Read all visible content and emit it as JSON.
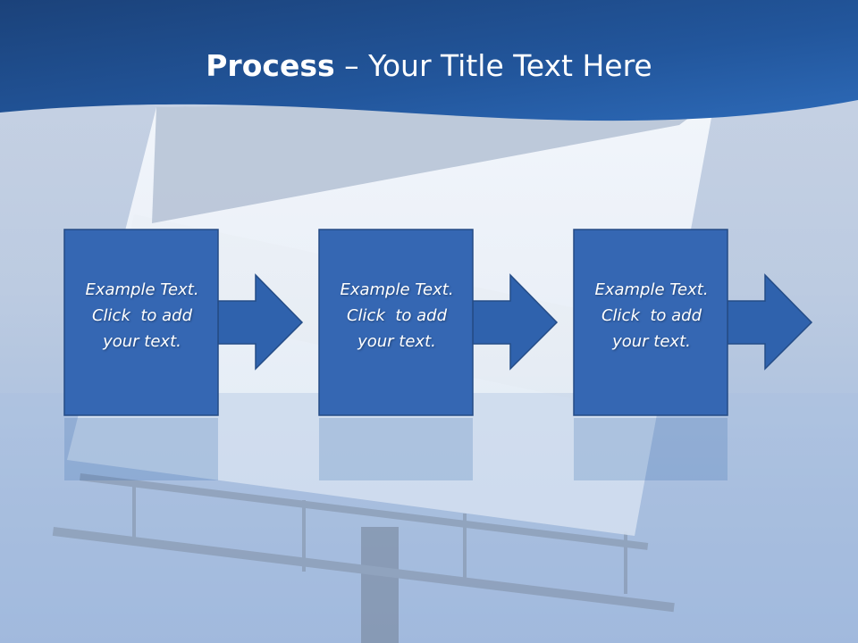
{
  "title": {
    "bold": "Process",
    "rest": " – Your Title Text Here"
  },
  "steps": [
    {
      "line1": "Example Text.",
      "line2": "Click  to add",
      "line3": "your text."
    },
    {
      "line1": "Example Text.",
      "line2": "Click  to add",
      "line3": "your text."
    },
    {
      "line1": "Example Text.",
      "line2": "Click  to add",
      "line3": "your text."
    }
  ],
  "colors": {
    "header": "#1e4f8f",
    "box_fill": "#3567b3",
    "box_stroke": "#254b85",
    "arrow_fill": "#2f62ad",
    "title_text": "#ffffff"
  }
}
